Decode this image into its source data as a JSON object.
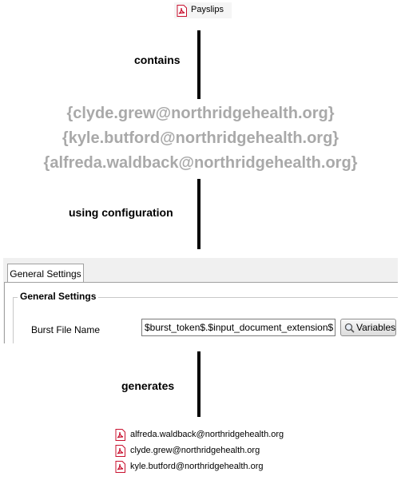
{
  "source": {
    "label": "Payslips",
    "icon": "pdf-icon"
  },
  "steps": {
    "contains": "contains",
    "using": "using configuration",
    "generates": "generates"
  },
  "tokens": [
    "{clyde.grew@northridgehealth.org}",
    "{kyle.butford@northridgehealth.org}",
    "{alfreda.waldback@northridgehealth.org}"
  ],
  "settings": {
    "tab_label": "General Settings",
    "group_title": "General Settings",
    "field_label": "Burst File Name",
    "field_value": "$burst_token$.$input_document_extension$",
    "variables_button": "Variables"
  },
  "outputs": [
    "alfreda.waldback@northridgehealth.org",
    "clyde.grew@northridgehealth.org",
    "kyle.butford@northridgehealth.org"
  ],
  "colors": {
    "token_gray": "#a9a9a9",
    "pdf_red": "#c8102e"
  }
}
